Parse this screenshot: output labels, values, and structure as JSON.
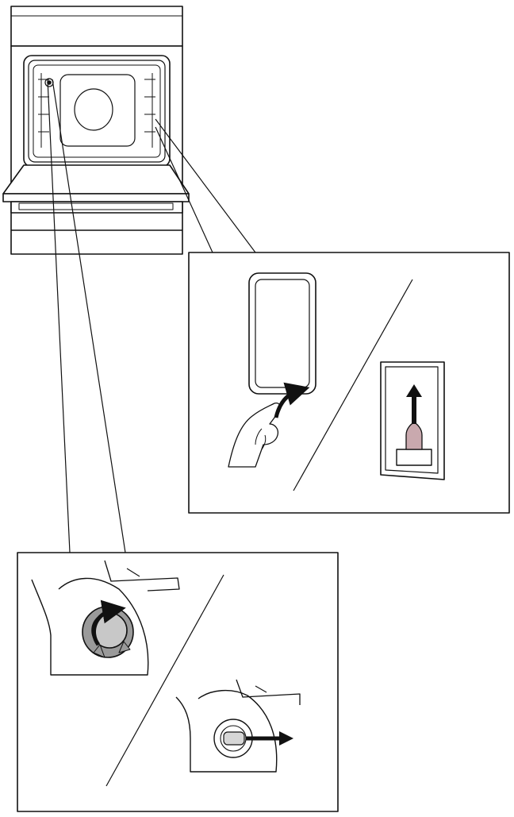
{
  "figure": {
    "kind": "technical-line-illustration",
    "colors": {
      "line": "#111111",
      "paper": "#ffffff",
      "bulb_tint": "#c9a9ae",
      "knob_grey": "#bdbdbd",
      "cover_grey": "#9a9a9a"
    },
    "icons": [
      "oven-front-icon",
      "glass-lamp-cover-icon",
      "hand-icon",
      "curved-arrow-icon",
      "arrow-up-icon",
      "side-lamp-bulb-icon",
      "round-lamp-cover-icon",
      "rotate-arrow-icon",
      "arrow-right-icon",
      "rear-lamp-bulb-icon"
    ],
    "panels": [
      {
        "id": "side-lamp-detail",
        "steps": 2
      },
      {
        "id": "rear-lamp-detail",
        "steps": 2
      }
    ]
  }
}
